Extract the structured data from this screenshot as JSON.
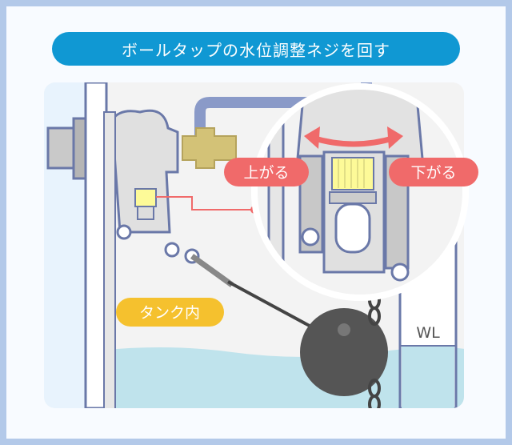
{
  "title": "ボールタップの水位調整ネジを回す",
  "labels": {
    "raise": "上がる",
    "lower": "下がる",
    "tank_inside": "タンク内",
    "water_level": "WL"
  },
  "colors": {
    "title_bg": "#1098d3",
    "label_red": "#f06a6a",
    "label_yellow": "#f5c12e",
    "water": "#bfe3ec",
    "outline": "#6a78a8"
  }
}
